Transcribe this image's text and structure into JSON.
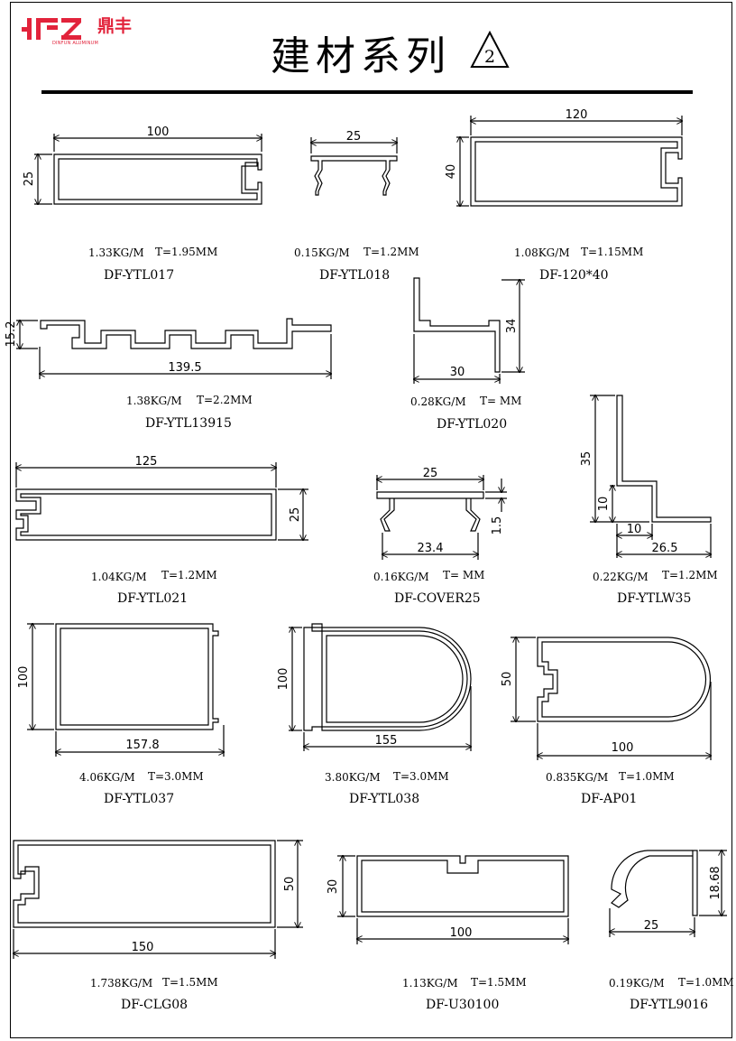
{
  "header": {
    "logo_cn": "鼎丰",
    "logo_en": "DINFUN ALUMINUM",
    "title": "建材系列",
    "series_no": "2"
  },
  "profiles": [
    {
      "code": "DF-YTL017",
      "weight": "1.33KG/M",
      "thickness": "T=1.95MM",
      "dims": [
        "100",
        "25"
      ]
    },
    {
      "code": "DF-YTL018",
      "weight": "0.15KG/M",
      "thickness": "T=1.2MM",
      "dims": [
        "25"
      ]
    },
    {
      "code": "DF-120*40",
      "weight": "1.08KG/M",
      "thickness": "T=1.15MM",
      "dims": [
        "120",
        "40"
      ]
    },
    {
      "code": "DF-YTL13915",
      "weight": "1.38KG/M",
      "thickness": "T=2.2MM",
      "dims": [
        "15.2",
        "139.5"
      ]
    },
    {
      "code": "DF-YTL020",
      "weight": "0.28KG/M",
      "thickness": "T=   MM",
      "dims": [
        "34",
        "30"
      ]
    },
    {
      "code": "DF-YTL021",
      "weight": "1.04KG/M",
      "thickness": "T=1.2MM",
      "dims": [
        "125",
        "25"
      ]
    },
    {
      "code": "DF-COVER25",
      "weight": "0.16KG/M",
      "thickness": "T=   MM",
      "dims": [
        "25",
        "23.4",
        "1.5"
      ]
    },
    {
      "code": "DF-YTLW35",
      "weight": "0.22KG/M",
      "thickness": "T=1.2MM",
      "dims": [
        "35",
        "10",
        "10",
        "26.5"
      ]
    },
    {
      "code": "DF-YTL037",
      "weight": "4.06KG/M",
      "thickness": "T=3.0MM",
      "dims": [
        "100",
        "157.8"
      ]
    },
    {
      "code": "DF-YTL038",
      "weight": "3.80KG/M",
      "thickness": "T=3.0MM",
      "dims": [
        "100",
        "155"
      ]
    },
    {
      "code": "DF-AP01",
      "weight": "0.835KG/M",
      "thickness": "T=1.0MM",
      "dims": [
        "50",
        "100"
      ]
    },
    {
      "code": "DF-CLG08",
      "weight": "1.738KG/M",
      "thickness": "T=1.5MM",
      "dims": [
        "50",
        "150"
      ]
    },
    {
      "code": "DF-U30100",
      "weight": "1.13KG/M",
      "thickness": "T=1.5MM",
      "dims": [
        "30",
        "100"
      ]
    },
    {
      "code": "DF-YTL9016",
      "weight": "0.19KG/M",
      "thickness": "T=1.0MM",
      "dims": [
        "18.68",
        "25"
      ]
    }
  ]
}
